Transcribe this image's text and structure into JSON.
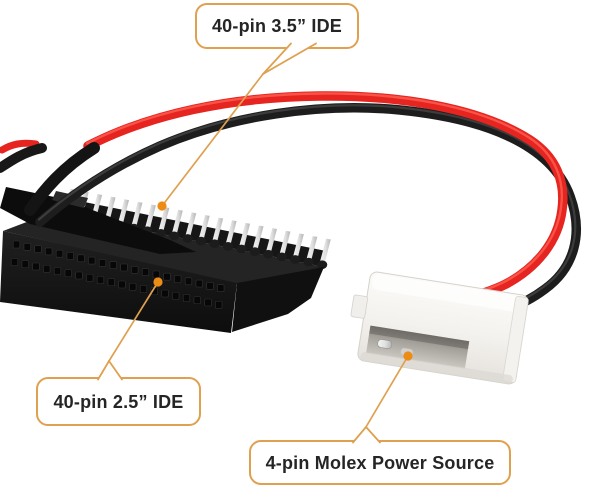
{
  "theme": {
    "bg": "#ffffff",
    "accent": "#dfa04f",
    "dot": "#ed8c15",
    "wire-red": "#e62420",
    "wire-red-hi": "#ff6355",
    "wire-black": "#1d1d1d",
    "connector-black": "#1a1a1a",
    "molex-white": "#f7f5f2",
    "label-text": "#252525"
  },
  "annotations": {
    "pins_35": {
      "text": "40-pin 3.5”  IDE"
    },
    "socket_25": {
      "text": "40-pin 2.5”  IDE"
    },
    "molex": {
      "text": "4-pin Molex Power Source"
    }
  },
  "photo": {
    "subject": "IDE hard drive adapter cable with Molex power",
    "parts": [
      "ide-3.5in-male-pin-header",
      "ide-2.5in-female-socket",
      "red-power-wire",
      "black-power-wire",
      "heat-shrink-sleeve",
      "molex-4pin-connector"
    ],
    "ide_pin_count": 20,
    "socket_hole_rows": 2,
    "socket_holes_per_row": 20,
    "molex_pins_visible": 2
  }
}
